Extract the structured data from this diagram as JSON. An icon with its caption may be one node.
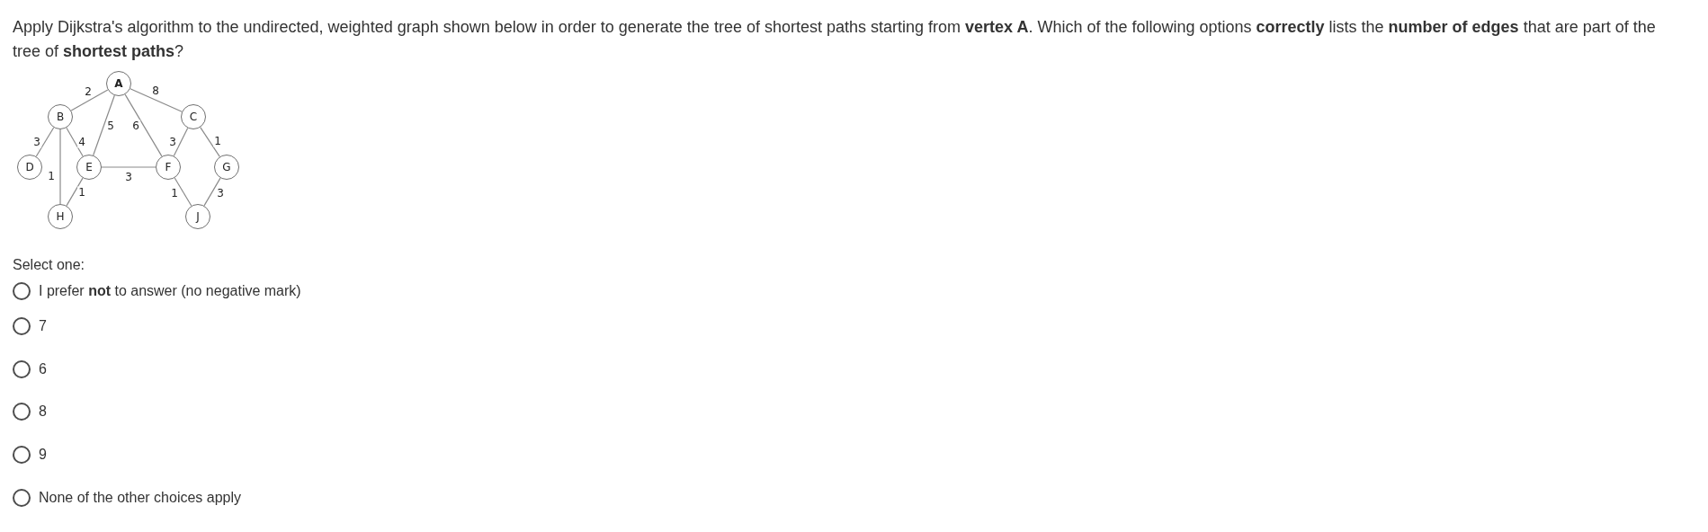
{
  "diagram": {
    "nodes": [
      {
        "text": [
          "A"
        ]
      },
      {
        "text": [
          "B"
        ]
      },
      {
        "text": [
          "C"
        ]
      },
      {
        "text": [
          "D"
        ]
      },
      {
        "text": [
          "E"
        ]
      },
      {
        "text": [
          "F"
        ]
      },
      {
        "text": [
          "G"
        ]
      },
      {
        "text": [
          "H"
        ]
      },
      {
        "text": [
          "J"
        ]
      }
    ],
    "edges": [
      {
        "from": 0,
        "to": 1,
        "arrow": "none",
        "label": "2"
      },
      {
        "from": 0,
        "to": 2,
        "arrow": "none",
        "label": "8"
      },
      {
        "from": 0,
        "to": 4,
        "arrow": "none",
        "label": "5"
      },
      {
        "from": 0,
        "to": 5,
        "arrow": "none",
        "label": "6"
      },
      {
        "from": 1,
        "to": 3,
        "arrow": "none",
        "label": "3"
      },
      {
        "from": 1,
        "to": 4,
        "arrow": "none",
        "label": "4"
      },
      {
        "from": 1,
        "to": 7,
        "arrow": "none",
        "label": "1"
      },
      {
        "from": 2,
        "to": 5,
        "arrow": "none",
        "label": "3"
      },
      {
        "from": 2,
        "to": 6,
        "arrow": "none",
        "label": "1"
      },
      {
        "from": 4,
        "to": 5,
        "arrow": "none",
        "label": "3"
      },
      {
        "from": 4,
        "to": 7,
        "arrow": "none",
        "label": "1"
      },
      {
        "from": 5,
        "to": 8,
        "arrow": "none",
        "label": "1"
      },
      {
        "from": 6,
        "to": 8,
        "arrow": "none",
        "label": "3"
      }
    ],
    "labels": [
      "Apply Dijkstra's algorithm to the undirected, weighted graph shown below in order to generate the tree of shortest paths starting from **vertex A**. Which of the following options **correctly** lists the **number of edges** that are part of the tree of **shortest paths**?",
      "Select one:",
      "I prefer **not** to answer (no negative mark)",
      "7",
      "6",
      "8",
      "9",
      "None of the other choices apply"
    ]
  }
}
